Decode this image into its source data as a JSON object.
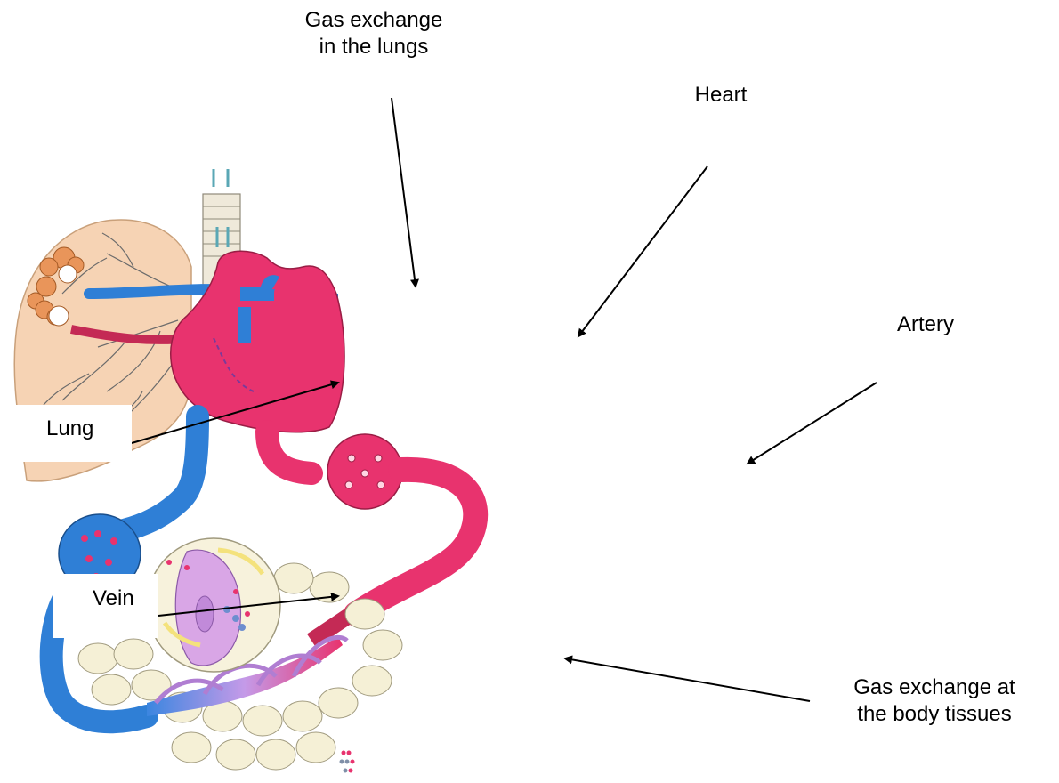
{
  "labels": {
    "gas_lungs_line1": "Gas exchange",
    "gas_lungs_line2": "in the lungs",
    "heart": "Heart",
    "artery": "Artery",
    "lung": "Lung",
    "vein": "Vein",
    "gas_tissues_line1": "Gas exchange at",
    "gas_tissues_line2": "the body tissues"
  },
  "colors": {
    "oxygenated": "#e8336e",
    "deoxygenated": "#2f7fd6",
    "lung_tissue": "#f6d3b4",
    "capillary_bed": "#d9a6e6",
    "body_cells": "#f5f0d6"
  }
}
